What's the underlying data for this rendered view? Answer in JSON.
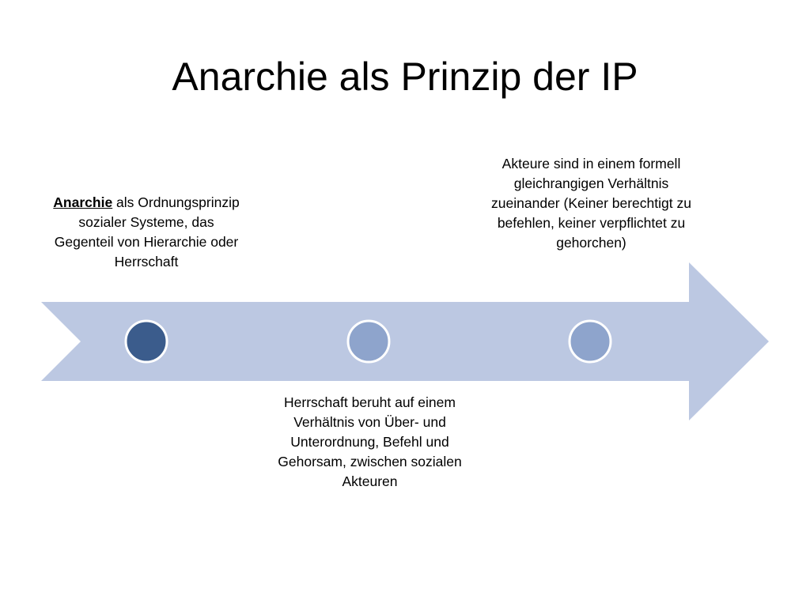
{
  "title": "Anarchie als Prinzip der IP",
  "colors": {
    "arrow_fill": "#bcc8e2",
    "node_active": "#3b5c8c",
    "node_inactive": "#8ea4cc",
    "node_ring": "#ffffff"
  },
  "timeline": {
    "nodes": [
      {
        "keyword": "Anarchie",
        "text": " als Ordnungsprinzip sozialer Systeme, das Gegenteil von Hierarchie oder Herrschaft",
        "active": true
      },
      {
        "keyword": "",
        "text": "Herrschaft beruht auf einem Verhältnis von Über- und Unterordnung, Befehl und Gehorsam, zwischen sozialen Akteuren",
        "active": false
      },
      {
        "keyword": "",
        "text": "Akteure sind in einem formell gleichrangigen Verhältnis zueinander (Keiner berechtigt zu befehlen, keiner verpflichtet zu gehorchen)",
        "active": false
      }
    ]
  }
}
